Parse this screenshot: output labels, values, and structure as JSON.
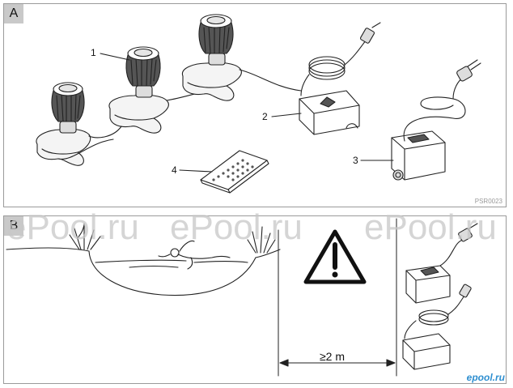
{
  "panel_a": {
    "label": "A",
    "callouts": [
      "1",
      "2",
      "3",
      "4"
    ],
    "code": "PSR0023"
  },
  "panel_b": {
    "label": "B",
    "distance": "≥2 m"
  },
  "watermark": {
    "text": "ePool.ru",
    "logo": "epool.ru",
    "color": "#c8c8c8",
    "logo_color": "#2f8fd0"
  },
  "icons": [
    "warning-icon"
  ]
}
